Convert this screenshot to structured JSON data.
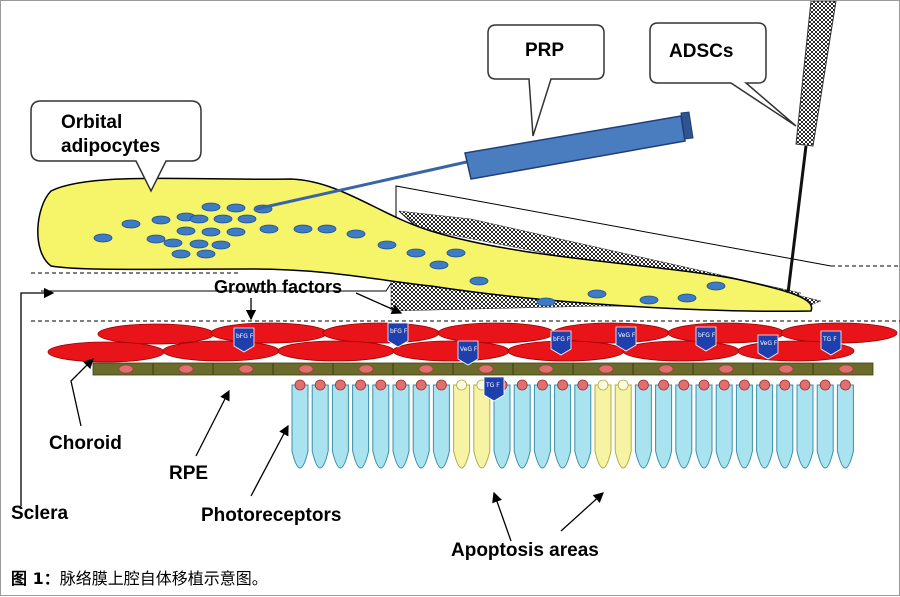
{
  "labels": {
    "orbital_1": "Orbital",
    "orbital_2": "adipocytes",
    "prp": "PRP",
    "adscs": "ADSCs",
    "growth_factors": "Growth factors",
    "choroid": "Choroid",
    "rpe": "RPE",
    "sclera": "Sclera",
    "photoreceptors": "Photoreceptors",
    "apoptosis": "Apoptosis areas"
  },
  "growth_factor_tags": [
    {
      "text": "bFG F"
    },
    {
      "text": "bFG F"
    },
    {
      "text": "VeG F"
    },
    {
      "text": "bFG F"
    },
    {
      "text": "VeG F"
    },
    {
      "text": "bFG F"
    },
    {
      "text": "VeG F"
    },
    {
      "text": "TG F"
    },
    {
      "text": "TG F"
    }
  ],
  "caption": {
    "prefix": "图 1：",
    "text": "脉络膜上腔自体移植示意图。"
  },
  "colors": {
    "adipose": "#f6f56a",
    "cell": "#3d7cc4",
    "choroid": "#e8141a",
    "rpe": "#6b6b2c",
    "photoreceptor": "#a9e3f0",
    "apoptotic": "#f7f3a4",
    "tag": "#1f3fae",
    "prp_syringe": "#4a7cc0"
  }
}
